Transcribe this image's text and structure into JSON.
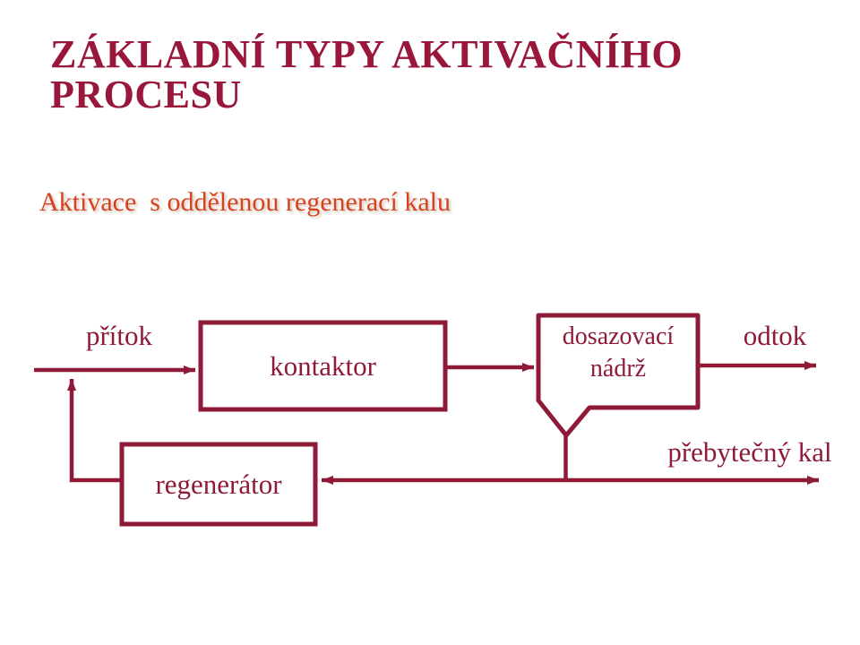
{
  "slide": {
    "title_lines": [
      "ZÁKLADNÍ TYPY AKTIVAČNÍHO",
      "PROCESU"
    ],
    "subtitle": "Aktivace  s oddělenou regenerací kalu"
  },
  "diagram": {
    "inflow_label": "přítok",
    "contactor_label": "kontaktor",
    "settling_tank_label": "dosazovací nádrž",
    "outflow_label": "odtok",
    "regenerator_label": "regenerátor",
    "excess_sludge_label": "přebytečný kal"
  },
  "colors": {
    "background": "#FFFFFF",
    "title": "#99173B",
    "subtitle": "#D7411E",
    "diagram": "#8E1A38"
  }
}
